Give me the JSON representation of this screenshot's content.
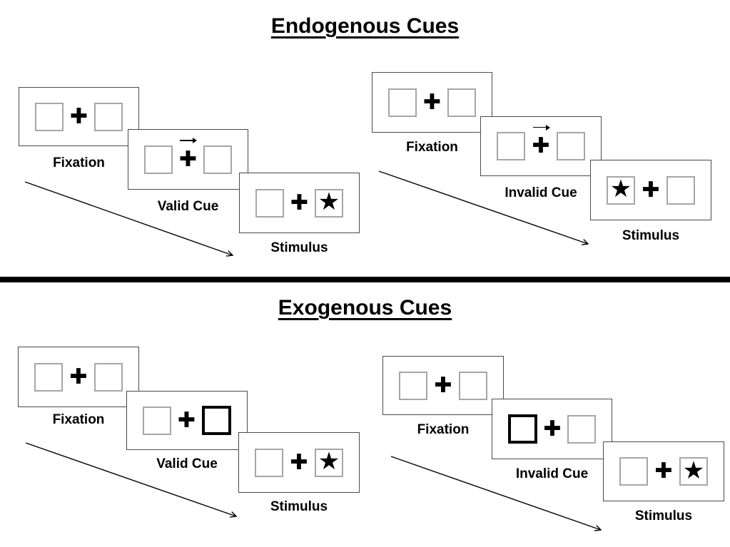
{
  "glyphs": {
    "fixation_cross": "✚",
    "star": "★"
  },
  "colors": {
    "panel_border": "#4a4a4a",
    "square_border": "#a6a6a6",
    "cue_square_border": "#000000",
    "divider": "#000000",
    "text": "#000000",
    "background": "#ffffff"
  },
  "sections": [
    {
      "id": "endogenous",
      "title": "Endogenous Cues",
      "cue_style": "central-arrow-above-fixation-cross",
      "sequences": [
        {
          "id": "valid",
          "steps": [
            {
              "label": "Fixation",
              "content": "two-empty-squares-with-fixation-cross"
            },
            {
              "label": "Valid Cue",
              "content": "right-pointing-arrow-above-fixation-cross"
            },
            {
              "label": "Stimulus",
              "content": "star-in-right-square"
            }
          ]
        },
        {
          "id": "invalid",
          "steps": [
            {
              "label": "Fixation",
              "content": "two-empty-squares-with-fixation-cross"
            },
            {
              "label": "Invalid Cue",
              "content": "right-pointing-arrow-above-fixation-cross"
            },
            {
              "label": "Stimulus",
              "content": "star-in-left-square"
            }
          ]
        }
      ]
    },
    {
      "id": "exogenous",
      "title": "Exogenous Cues",
      "cue_style": "peripheral-bold-square-highlight",
      "sequences": [
        {
          "id": "valid",
          "steps": [
            {
              "label": "Fixation",
              "content": "two-empty-squares-with-fixation-cross"
            },
            {
              "label": "Valid Cue",
              "content": "bold-highlighted-right-square"
            },
            {
              "label": "Stimulus",
              "content": "star-in-right-square"
            }
          ]
        },
        {
          "id": "invalid",
          "steps": [
            {
              "label": "Fixation",
              "content": "two-empty-squares-with-fixation-cross"
            },
            {
              "label": "Invalid Cue",
              "content": "bold-highlighted-left-square"
            },
            {
              "label": "Stimulus",
              "content": "star-in-right-square"
            }
          ]
        }
      ]
    }
  ]
}
